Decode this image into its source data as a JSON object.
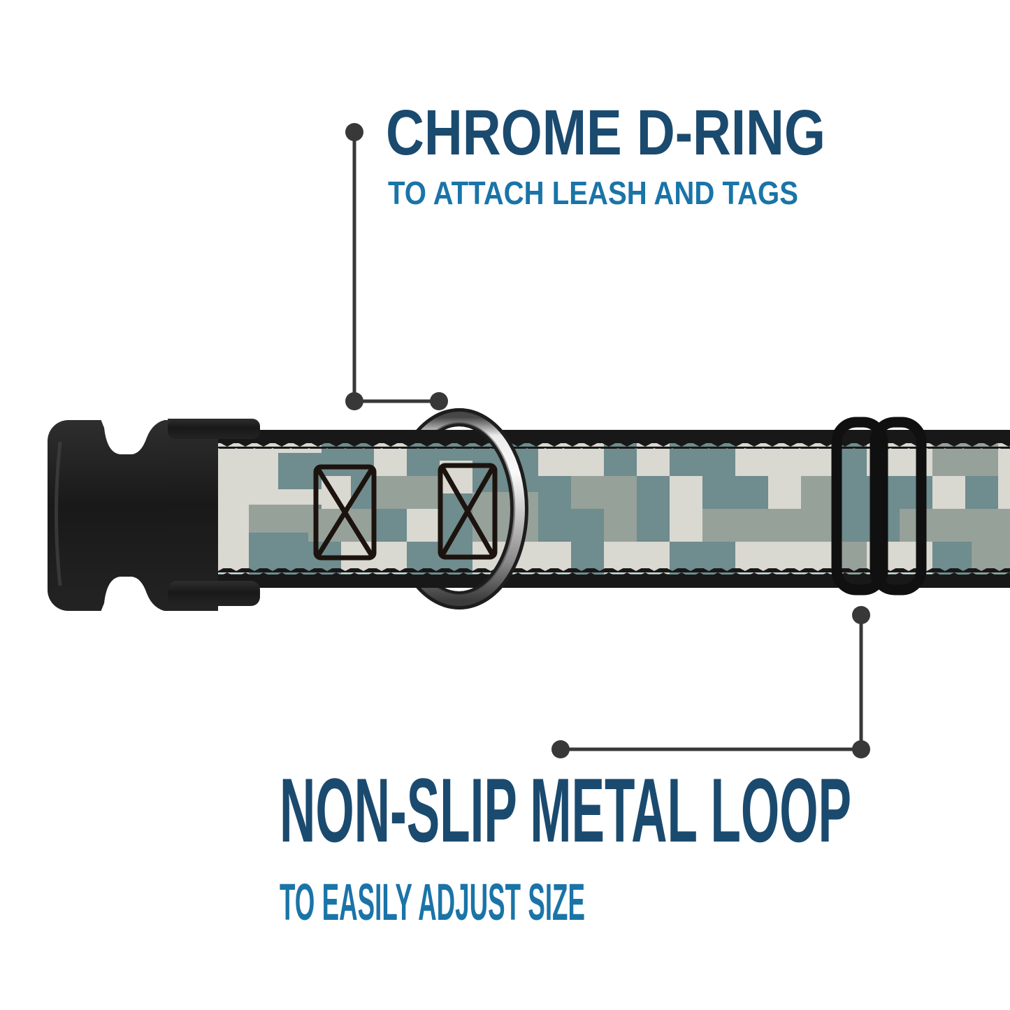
{
  "page": {
    "background": "#ffffff"
  },
  "palette": {
    "title_navy": "#1b4a6f",
    "subtitle_blue": "#1a74a8",
    "callout_gray": "#383838",
    "camo_teal": "#6f8c8e",
    "camo_sage": "#96a19a",
    "camo_offwhite": "#d9d8d1",
    "webbing_black": "#181818",
    "buckle_black": "#1f1f1f",
    "chrome_silver": "#d6d6d6"
  },
  "callouts": {
    "dring": {
      "title": "CHROME D-RING",
      "subtitle": "TO ATTACH LEASH AND TAGS"
    },
    "loop": {
      "title": "NON-SLIP METAL LOOP",
      "subtitle": "TO EASILY ADJUST SIZE"
    }
  }
}
